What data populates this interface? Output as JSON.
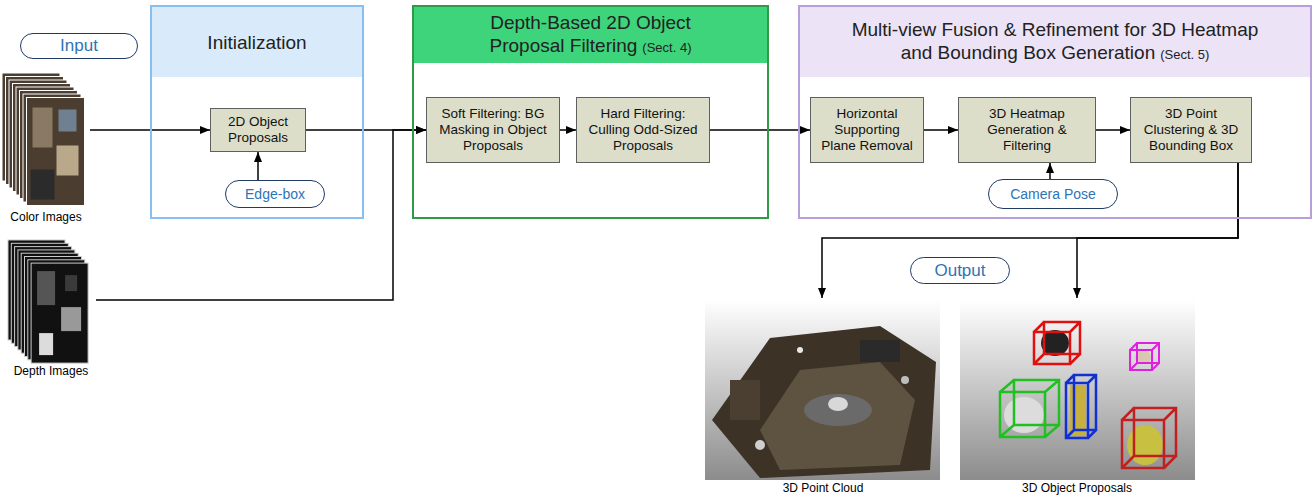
{
  "diagram": {
    "nodes": [
      {
        "text": [
          "Input"
        ]
      },
      {
        "text": [
          "Color Images"
        ]
      },
      {
        "text": [
          "Depth Images"
        ]
      },
      {
        "text": [
          "Initialization"
        ]
      },
      {
        "text": [
          "2D Object Proposals"
        ],
        "in": 3
      },
      {
        "text": [
          "Edge-box"
        ],
        "in": 3
      },
      {
        "text": [
          "Depth-Based 2D Object Proposal Filtering",
          "(Sect. 4)"
        ]
      },
      {
        "text": [
          "Soft Filtering: BG Masking in Object Proposals"
        ],
        "in": 6
      },
      {
        "text": [
          "Hard Filtering: Culling Odd-Sized Proposals"
        ],
        "in": 6
      },
      {
        "text": [
          "Multi-view Fusion & Refinement for 3D Heatmap and Bounding Box Generation",
          "(Sect. 5)"
        ]
      },
      {
        "text": [
          "Horizontal Supporting Plane Removal"
        ],
        "in": 9
      },
      {
        "text": [
          "3D Heatmap Generation & Filtering"
        ],
        "in": 9
      },
      {
        "text": [
          "3D Point Clustering & 3D Bounding Box"
        ],
        "in": 9
      },
      {
        "text": [
          "Camera Pose"
        ],
        "in": 9
      },
      {
        "text": [
          "Output"
        ]
      },
      {
        "text": [
          "3D Point Cloud"
        ]
      },
      {
        "text": [
          "3D Object Proposals"
        ]
      }
    ],
    "edges": [
      {
        "from": 1,
        "to": 4,
        "arrow": "to"
      },
      {
        "from": 5,
        "to": 4,
        "arrow": "to"
      },
      {
        "from": 4,
        "to": 7,
        "arrow": "to"
      },
      {
        "from": 2,
        "to": 7,
        "arrow": "to"
      },
      {
        "from": 7,
        "to": 8,
        "arrow": "to"
      },
      {
        "from": 8,
        "to": 10,
        "arrow": "to"
      },
      {
        "from": 10,
        "to": 11,
        "arrow": "to"
      },
      {
        "from": 13,
        "to": 11,
        "arrow": "to"
      },
      {
        "from": 11,
        "to": 12,
        "arrow": "to"
      },
      {
        "from": 12,
        "to": 15,
        "arrow": "to"
      },
      {
        "from": 12,
        "to": 16,
        "arrow": "to"
      }
    ]
  }
}
